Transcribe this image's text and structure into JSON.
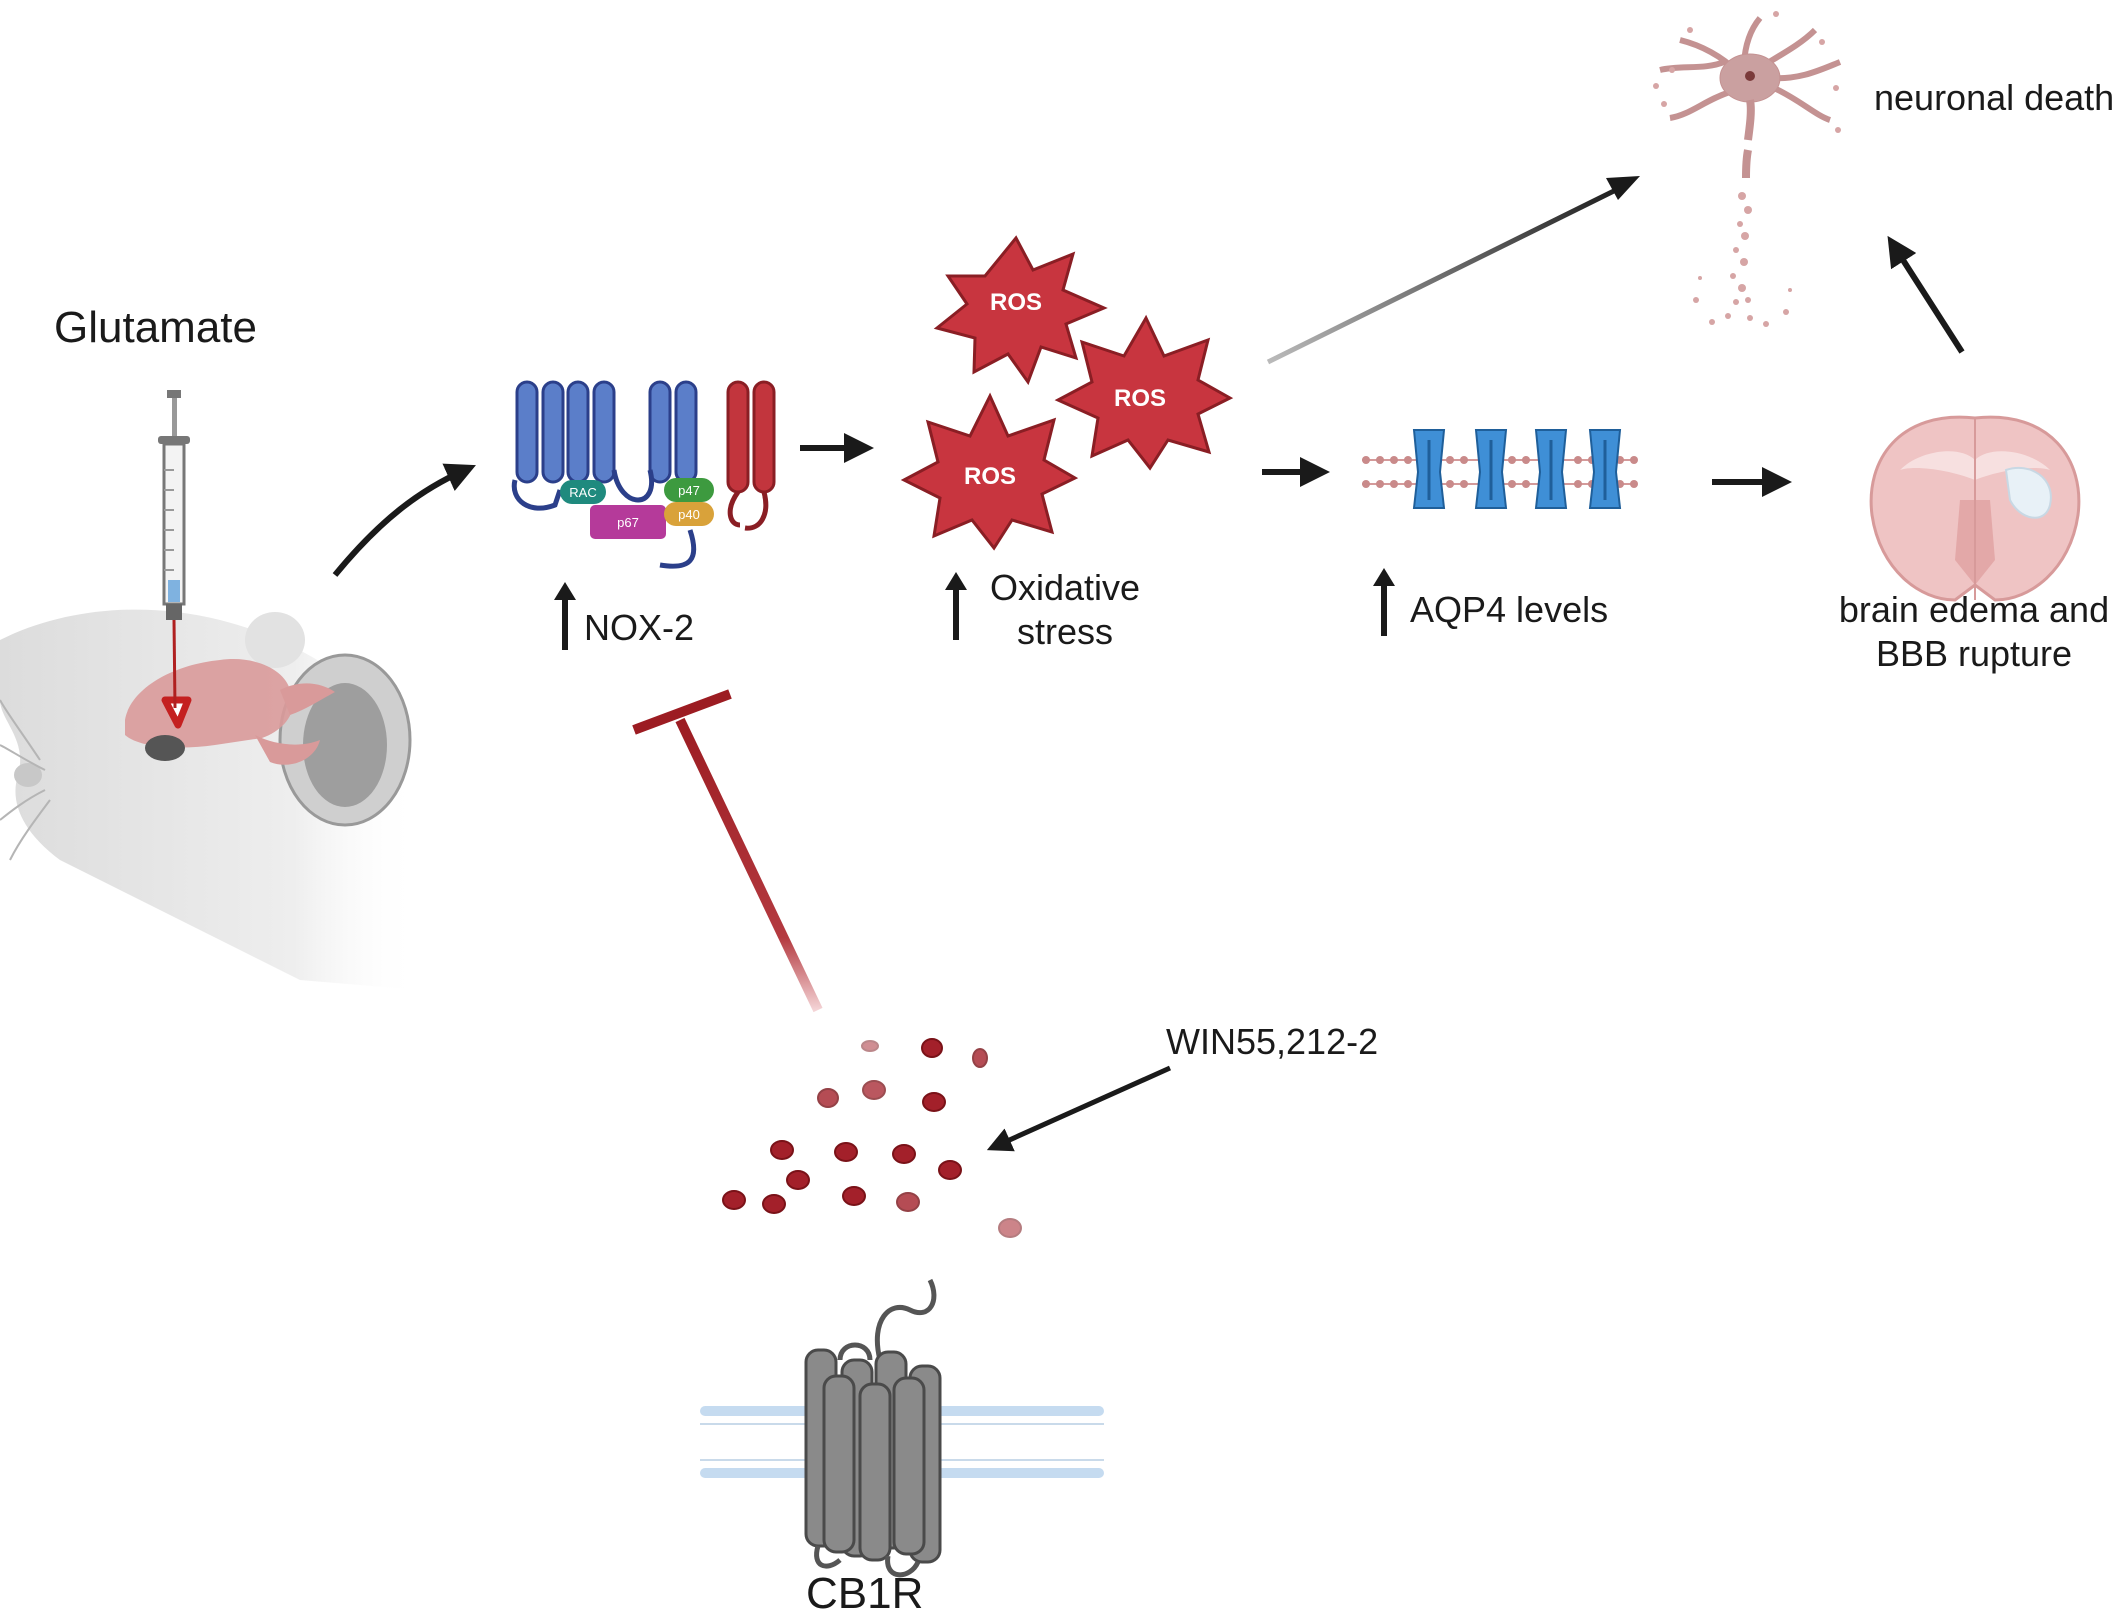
{
  "labels": {
    "glutamate": "Glutamate",
    "nox2": "NOX-2",
    "oxidative_stress_line1": "Oxidative",
    "oxidative_stress_line2": "stress",
    "aqp4": "AQP4 levels",
    "neuronal_death": "neuronal death",
    "edema_line1": "brain edema and",
    "edema_line2": "BBB rupture",
    "win": "WIN55,212-2",
    "cb1r": "CB1R"
  },
  "ros": [
    "ROS",
    "ROS",
    "ROS"
  ],
  "nox_subunits": {
    "rac": "RAC",
    "p67": "p67",
    "p47": "p47",
    "p40": "p40"
  },
  "colors": {
    "ros_fill": "#c8353f",
    "nox_blue": "#5b7ec9",
    "nox_red": "#c2353d",
    "rac": "#1f8a7e",
    "p67": "#b53a9a",
    "p47": "#3d9a3f",
    "p40": "#d9a23a",
    "aqp4": "#3f8fd6",
    "inhibitor": "#9c1c22",
    "ligand": "#a3202a",
    "receptor": "#808080"
  }
}
